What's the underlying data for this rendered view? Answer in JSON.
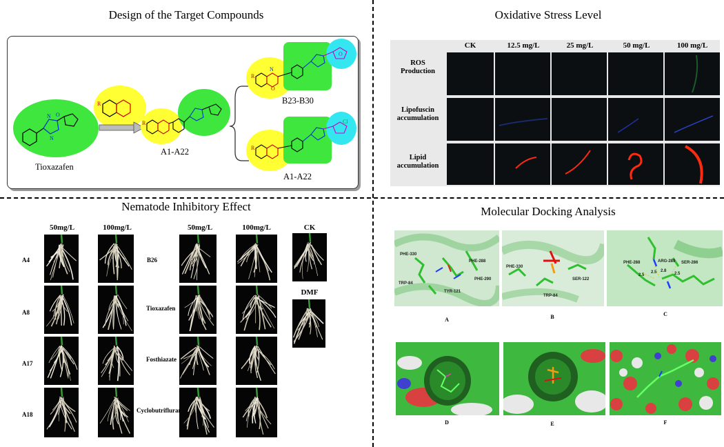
{
  "panels": {
    "design": {
      "title": "Design of the Target Compounds",
      "tioxazafen": "Tioxazafen",
      "a1_a22_mid": "A1-A22",
      "b23_b30": "B23-B30",
      "a1_a22_right": "A1-A22",
      "r_label": "R",
      "n_label": "N",
      "o_label": "O",
      "cl_label": "Cl"
    },
    "stress": {
      "title": "Oxidative Stress Level",
      "columns": [
        "CK",
        "12.5 mg/L",
        "25 mg/L",
        "50 mg/L",
        "100 mg/L"
      ],
      "rows": [
        {
          "label1": "ROS",
          "label2": "Production"
        },
        {
          "label1": "Lipofuscin",
          "label2": "accumulation"
        },
        {
          "label1": "Lipid",
          "label2": "accumulation"
        }
      ]
    },
    "nematode": {
      "title": "Nematode Inhibitory Effect",
      "col_headers": [
        "50mg/L",
        "100mg/L",
        "50mg/L",
        "100mg/L",
        "CK"
      ],
      "left_rows": [
        "A4",
        "A8",
        "A17",
        "A18"
      ],
      "right_rows": [
        "B26",
        "Tioxazafen",
        "Fosthiazate",
        "Cyclobutrifluram"
      ],
      "dmf": "DMF"
    },
    "docking": {
      "title": "Molecular Docking Analysis",
      "labels": [
        "A",
        "B",
        "C",
        "D",
        "E",
        "F"
      ],
      "residues_a": [
        "PHE-330",
        "PHE-288",
        "TRP-84",
        "TYR-121",
        "PHE-290"
      ],
      "residues_b": [
        "PHE-330",
        "SER-122",
        "TRP-84"
      ],
      "residues_c": [
        "PHE-288",
        "ARG-289",
        "SER-286",
        "2.5",
        "2.5",
        "2.8",
        "2.5"
      ]
    }
  },
  "colors": {
    "green_ellipse": "#3ee63e",
    "yellow_ellipse": "#ffff33",
    "cyan_ellipse": "#33e6f0",
    "protein_green": "#7fd07f",
    "surface_green": "#3fb83f",
    "lipid_red": "#ff2a10"
  }
}
